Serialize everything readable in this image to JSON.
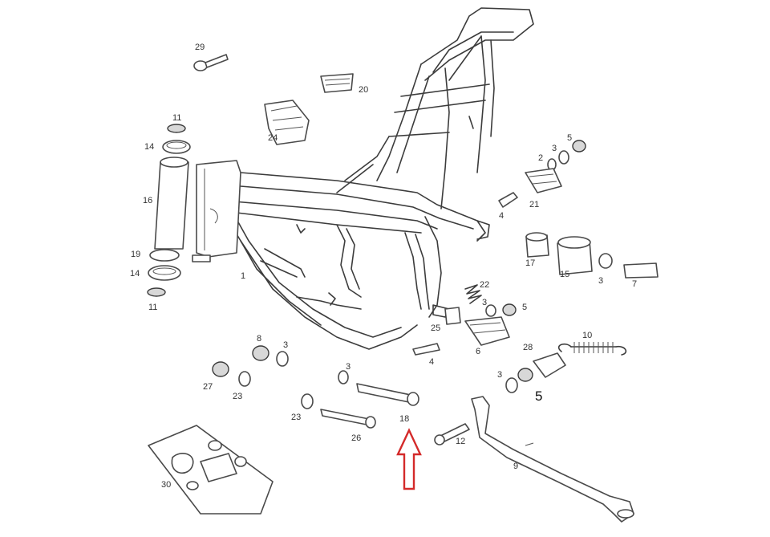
{
  "labels": {
    "l1": "1",
    "l2": "2",
    "l3a": "3",
    "l3b": "3",
    "l3c": "3",
    "l3d": "3",
    "l3e": "3",
    "l3f": "3",
    "l4a": "4",
    "l4b": "4",
    "l5a": "5",
    "l5b": "5",
    "l5c": "5",
    "l6": "6",
    "l7": "7",
    "l8": "8",
    "l9": "9",
    "l10": "10",
    "l11a": "11",
    "l11b": "11",
    "l12": "12",
    "l14a": "14",
    "l14b": "14",
    "l15": "15",
    "l16": "16",
    "l17": "17",
    "l18": "18",
    "l19": "19",
    "l20": "20",
    "l21": "21",
    "l22": "22",
    "l23a": "23",
    "l23b": "23",
    "l24": "24",
    "l25": "25",
    "l26": "26",
    "l27": "27",
    "l28": "28",
    "l29": "29",
    "l30": "30"
  },
  "highlight": {
    "color": "#d42a2a",
    "icon": "up-arrow-icon",
    "target": "18"
  }
}
